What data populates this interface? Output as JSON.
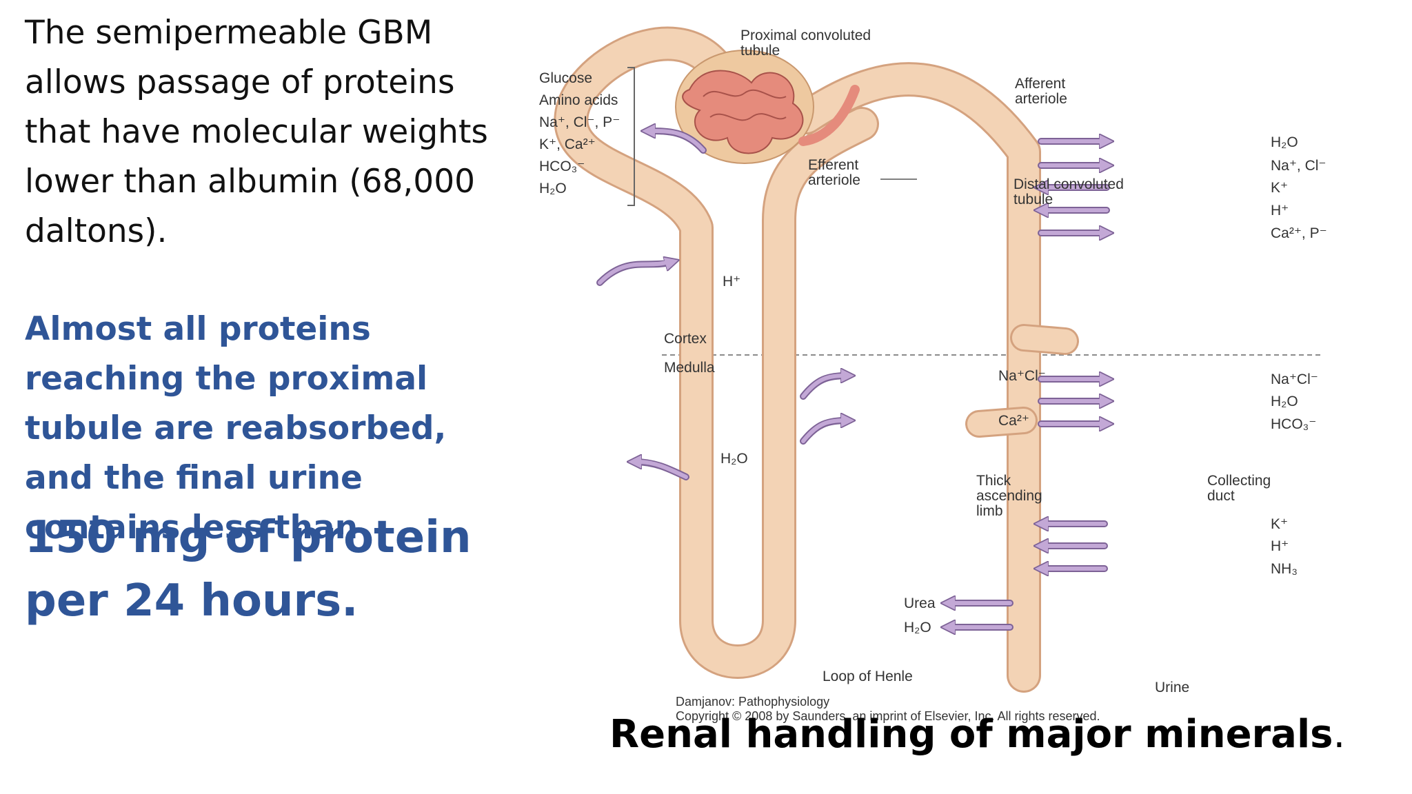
{
  "left_panel": {
    "paragraph1": "The semipermeable GBM allows passage of proteins that have molecular weights lower than albumin (68,000 daltons).",
    "paragraph2": "Almost all proteins reaching the proximal tubule are reabsorbed, and the final urine contains less than",
    "paragraph3": "150 mg of protein per 24 hours."
  },
  "diagram": {
    "labels": {
      "proximal_1": "Proximal convoluted",
      "proximal_2": "tubule",
      "afferent_1": "Afferent",
      "afferent_2": "arteriole",
      "efferent_1": "Efferent",
      "efferent_2": "arteriole",
      "distal_1": "Distal convoluted",
      "distal_2": "tubule",
      "cortex": "Cortex",
      "medulla": "Medulla",
      "thick_1": "Thick",
      "thick_2": "ascending",
      "thick_3": "limb",
      "collecting_1": "Collecting",
      "collecting_2": "duct",
      "loop": "Loop of Henle",
      "urine": "Urine"
    },
    "proximal_reabsorbed": [
      "Glucose",
      "Amino acids",
      "Na⁺, Cl⁻, P⁻",
      "K⁺, Ca²⁺",
      "HCO₃⁻",
      "H₂O"
    ],
    "proximal_h": "H⁺",
    "descending_h2o": "H₂O",
    "thick_limb": [
      "Na⁺Cl⁻",
      "Ca²⁺"
    ],
    "distal": [
      "H₂O",
      "Na⁺, Cl⁻",
      "K⁺",
      "H⁺",
      "Ca²⁺, P⁻"
    ],
    "collecting_reabsorbed": [
      "Na⁺Cl⁻",
      "H₂O",
      "HCO₃⁻"
    ],
    "collecting_secreted": [
      "K⁺",
      "H⁺",
      "NH₃"
    ],
    "medullary": [
      "Urea",
      "H₂O"
    ],
    "credit_1": "Damjanov: Pathophysiology",
    "credit_2": "Copyright © 2008 by Saunders, an imprint of Elsevier, Inc. All rights reserved.",
    "colors": {
      "tubule": "#f3d3b5",
      "tubule_edge": "#d4a27f",
      "arrow": "#c3a8d6",
      "arrow_edge": "#7d6296",
      "glomerulus": "#e58b7c"
    }
  },
  "caption": {
    "main": "Renal handling of major minerals",
    "period": "."
  }
}
